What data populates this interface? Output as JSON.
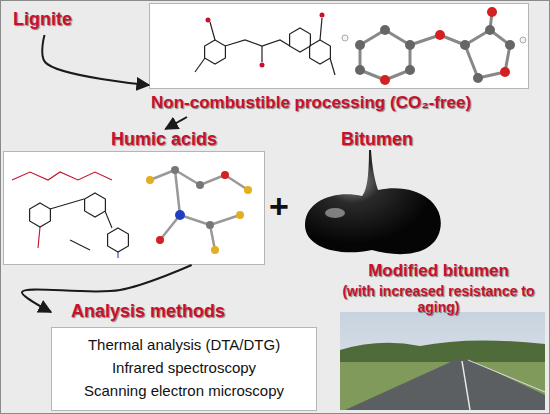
{
  "diagram": {
    "nodes": [
      {
        "text": [
          "Lignite"
        ]
      },
      {
        "text": [
          "Non-combustible processing (CO₂-free)"
        ]
      },
      {
        "text": [
          "Humic acids"
        ]
      },
      {
        "text": [
          "Bitumen"
        ]
      },
      {
        "text": [
          "Analysis methods",
          "Thermal analysis (DTA/DTG)",
          "Infrared spectroscopy",
          "Scanning electron microscopy"
        ]
      }
    ],
    "edges": [
      {
        "from": 0,
        "to": 1,
        "arrow": "to"
      },
      {
        "from": 1,
        "to": 2,
        "arrow": "to"
      },
      {
        "from": 2,
        "to": 4,
        "arrow": "to"
      }
    ],
    "labels": [
      "+",
      "Modified bitumen",
      "(with increased resistance to aging)"
    ]
  }
}
